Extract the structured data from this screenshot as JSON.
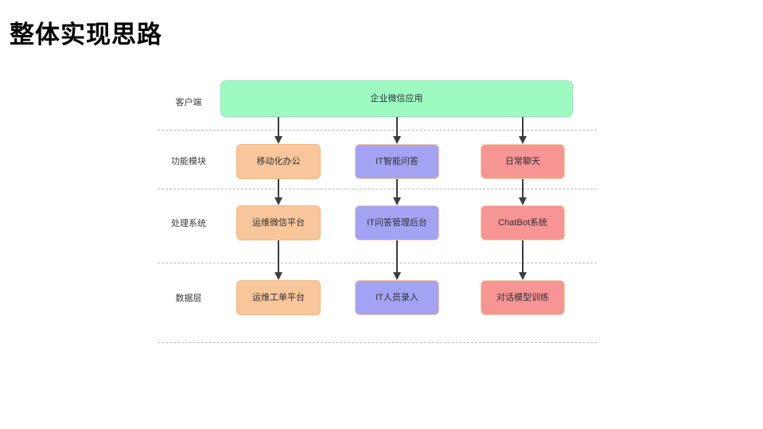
{
  "page": {
    "title": "整体实现思路",
    "background_color": "#ffffff"
  },
  "diagram": {
    "type": "layered-flow",
    "separator_color": "#b9b9b9",
    "arrow_color": "#3d3d3d",
    "rows": [
      {
        "label": "客户端",
        "nodes": [
          {
            "text": "企业微信应用",
            "fill": "#9DFBC2",
            "span": "full"
          }
        ]
      },
      {
        "label": "功能模块",
        "nodes": [
          {
            "text": "移动化办公",
            "fill": "#F8C69A"
          },
          {
            "text": "IT智能问答",
            "fill": "#A4A2F2"
          },
          {
            "text": "日常聊天",
            "fill": "#F79494"
          }
        ]
      },
      {
        "label": "处理系统",
        "nodes": [
          {
            "text": "运维微信平台",
            "fill": "#F8C69A"
          },
          {
            "text": "IT问答管理后台",
            "fill": "#A4A2F2"
          },
          {
            "text": "ChatBot系统",
            "fill": "#F79494"
          }
        ]
      },
      {
        "label": "数据层",
        "nodes": [
          {
            "text": "运维工单平台",
            "fill": "#F8C69A"
          },
          {
            "text": "IT人员录入",
            "fill": "#A4A2F2"
          },
          {
            "text": "对话模型训练",
            "fill": "#F79494"
          }
        ]
      }
    ]
  }
}
